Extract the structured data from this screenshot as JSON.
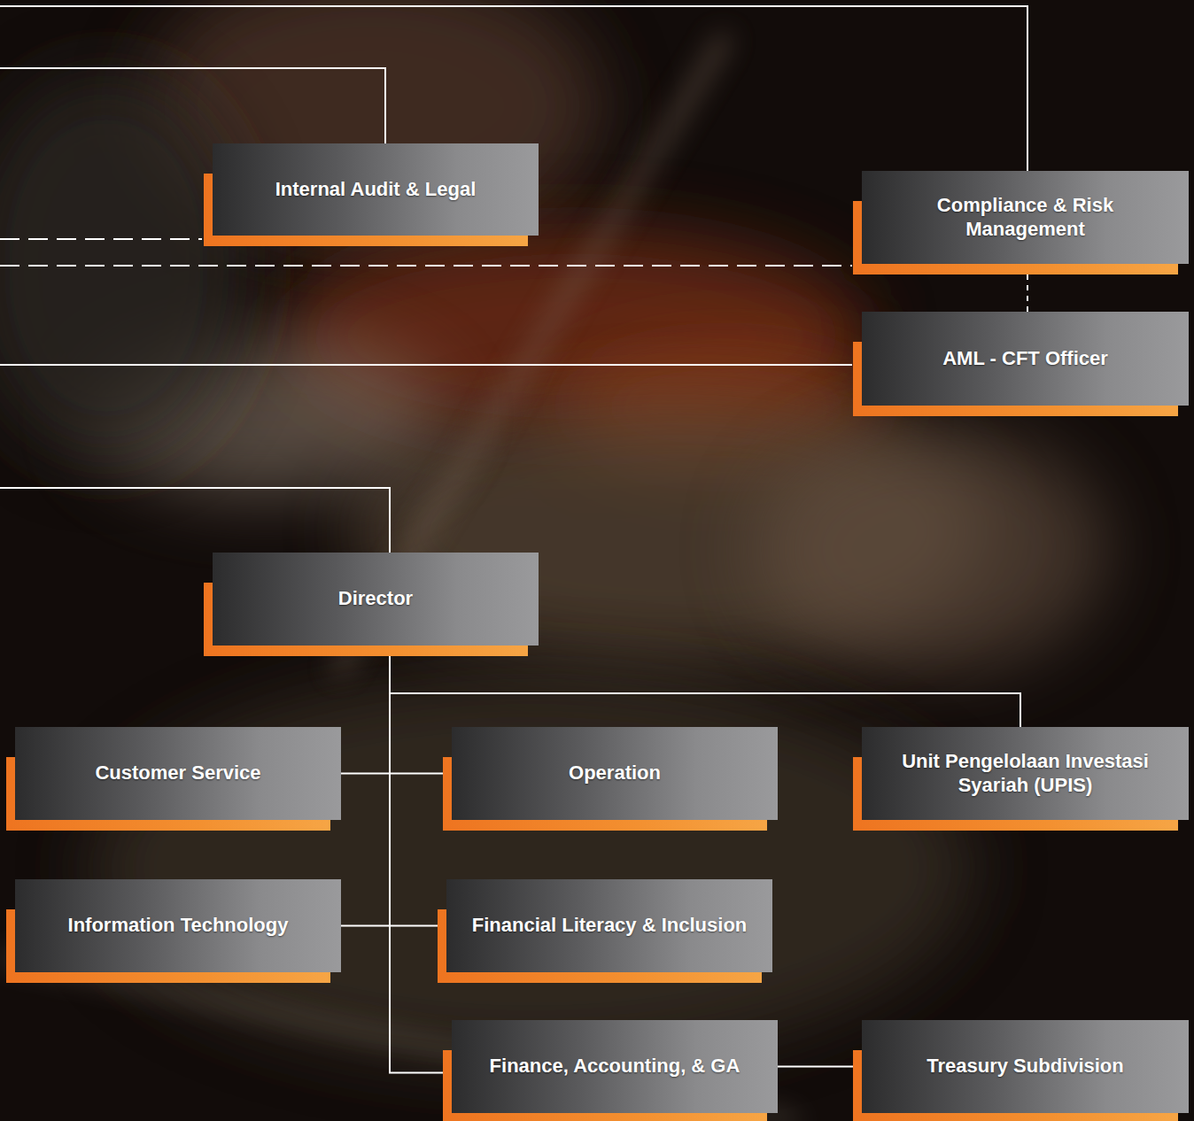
{
  "diagram": {
    "nodes": [
      {
        "text": [
          "Internal Audit & Legal"
        ]
      },
      {
        "text": [
          "Compliance & Risk Management"
        ]
      },
      {
        "text": [
          "AML - CFT Officer"
        ]
      },
      {
        "text": [
          "Director"
        ]
      },
      {
        "text": [
          "Customer Service"
        ]
      },
      {
        "text": [
          "Operation"
        ]
      },
      {
        "text": [
          "Unit Pengelolaan Investasi Syariah (UPIS)"
        ]
      },
      {
        "text": [
          "Information Technology"
        ]
      },
      {
        "text": [
          "Financial Literacy & Inclusion"
        ]
      },
      {
        "text": [
          "Finance, Accounting, & GA"
        ]
      },
      {
        "text": [
          "Treasury Subdivision"
        ]
      }
    ],
    "edges": [
      {
        "from": 3,
        "to": 4,
        "arrow": "none"
      },
      {
        "from": 3,
        "to": 5,
        "arrow": "none"
      },
      {
        "from": 3,
        "to": 6,
        "arrow": "none"
      },
      {
        "from": 3,
        "to": 7,
        "arrow": "none"
      },
      {
        "from": 3,
        "to": 8,
        "arrow": "none"
      },
      {
        "from": 3,
        "to": 9,
        "arrow": "none"
      },
      {
        "from": 9,
        "to": 10,
        "arrow": "none"
      },
      {
        "from": 1,
        "to": 2,
        "arrow": "none"
      }
    ]
  }
}
